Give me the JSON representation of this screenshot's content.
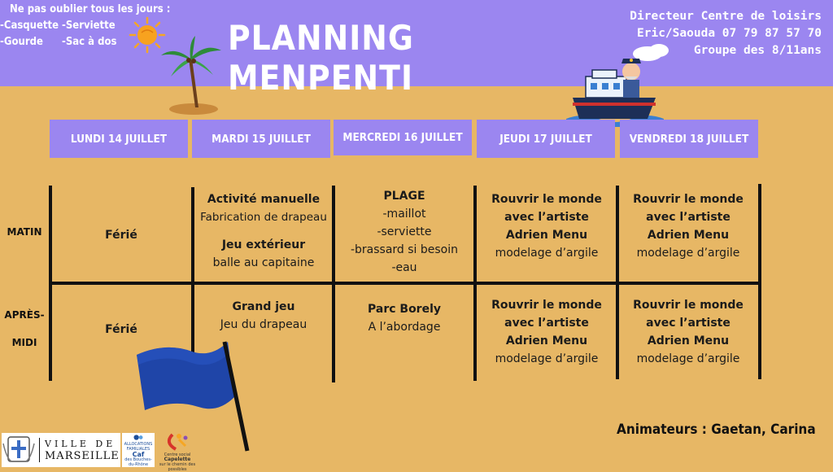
{
  "header": {
    "reminder_title": "Ne pas oublier tous les jours :",
    "reminder_items": [
      "-Casquette",
      "-Serviette",
      "-Gourde",
      "-Sac à dos"
    ],
    "title": "PLANNING MENPENTI",
    "director_line1": "Directeur Centre de loisirs",
    "director_line2": "Eric/Saouda 07 79 87 57 70",
    "group": "Groupe des 8/11ans"
  },
  "days": [
    "LUNDI 14 JUILLET",
    "MARDI 15 JUILLET",
    "MERCREDI 16 JUILLET",
    "JEUDI 17 JUILLET",
    "VENDREDI 18 JUILLET"
  ],
  "rows": {
    "morning_label": "MATIN",
    "afternoon_label_1": "APRÈS-",
    "afternoon_label_2": "MIDI"
  },
  "schedule": {
    "mon_am": "Férié",
    "mon_pm": "Férié",
    "tue_am": {
      "a1_title": "Activité manuelle",
      "a1_text": "Fabrication de drapeau",
      "a2_title": "Jeu extérieur",
      "a2_text": "balle au capitaine"
    },
    "tue_pm": {
      "title": "Grand jeu",
      "text": "Jeu du drapeau"
    },
    "wed_am": {
      "title": "PLAGE",
      "items": [
        "-maillot",
        "-serviette",
        "-brassard si besoin",
        "-eau"
      ]
    },
    "wed_pm": {
      "title": "Parc Borely",
      "text": "A l’abordage"
    },
    "thu_am": {
      "l1": "Rouvrir le monde",
      "l2": "avec l’artiste",
      "l3": "Adrien Menu",
      "l4": "modelage d’argile"
    },
    "thu_pm": {
      "l1": "Rouvrir le monde",
      "l2": "avec l’artiste",
      "l3": "Adrien Menu",
      "l4": "modelage d’argile"
    },
    "fri_am": {
      "l1": "Rouvrir le monde",
      "l2": "avec l’artiste",
      "l3": "Adrien Menu",
      "l4": "modelage d’argile"
    },
    "fri_pm": {
      "l1": "Rouvrir le monde",
      "l2": "avec l’artiste",
      "l3": "Adrien Menu",
      "l4": "modelage d’argile"
    }
  },
  "footer": {
    "animateurs": "Animateurs : Gaetan, Carina",
    "logo_ville_1": "VILLE DE",
    "logo_ville_2": "MARSEILLE",
    "logo_caf_sub": "ALLOCATIONS FAMILIALES",
    "logo_caf_name": "Caf",
    "logo_caf_region": "des Bouches-du-Rhône",
    "logo_centre_1": "Centre social",
    "logo_centre_2": "Capelette",
    "logo_centre_3": "sur le chemin des possibles"
  },
  "colors": {
    "banner": "#9b86f0",
    "background": "#e7b765",
    "flag": "#1f45a8"
  },
  "icons": [
    "sun-icon",
    "palm-tree-icon",
    "boat-captain-icon",
    "flag-icon",
    "marseille-crest-icon",
    "caf-logo-icon",
    "centre-social-logo-icon"
  ]
}
